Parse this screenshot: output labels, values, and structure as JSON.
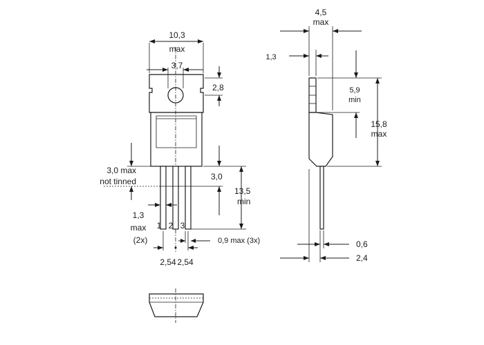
{
  "front_view": {
    "width_value": "10,3",
    "width_note": "max",
    "hole_value": "3,7",
    "tab_height_value": "2,8",
    "untinned_value": "3,0 max",
    "untinned_note": "not tinned",
    "lead_shoulder_value": "3,0",
    "lead_length_value": "13,5",
    "lead_length_note": "min",
    "lead_width_value": "1,3",
    "lead_width_note": "max",
    "lead_width_count": "(2x)",
    "pin_labels": [
      "1",
      "2",
      "3"
    ],
    "lead_thickness_label": "0,9 max (3x)",
    "pitch_left": "2,54",
    "pitch_right": "2,54"
  },
  "side_view": {
    "thickness_value": "4,5",
    "thickness_note": "max",
    "tab_thickness_value": "1,3",
    "tab_length_value": "5,9",
    "tab_length_note": "min",
    "height_value": "15,8",
    "height_note": "max",
    "lead_thick_value": "0,6",
    "lead_offset_value": "2,4"
  }
}
